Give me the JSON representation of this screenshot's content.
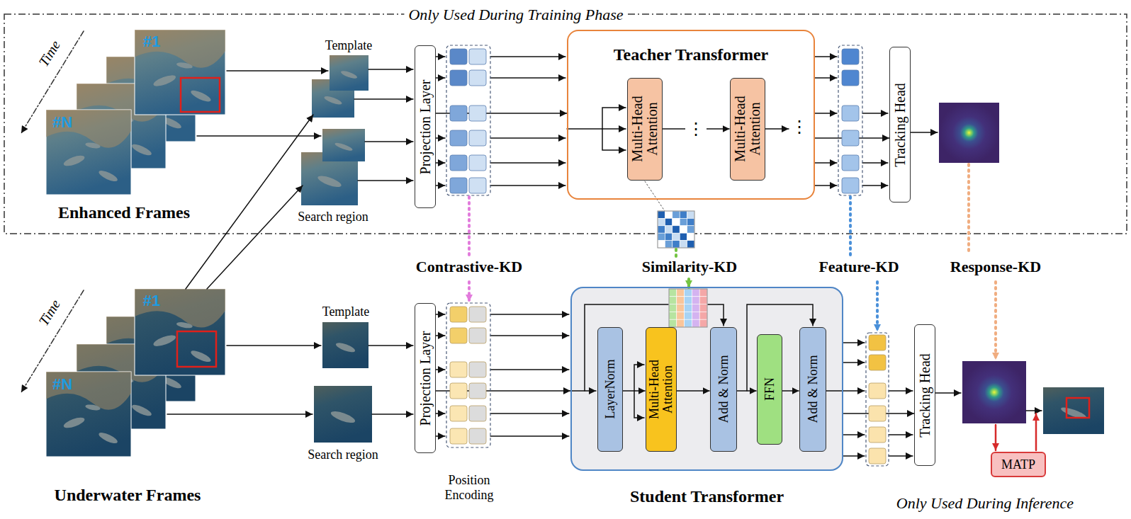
{
  "diagram": {
    "nodes": [
      {
        "text": [
          "Projection Layer"
        ]
      },
      {
        "text": [
          "Teacher Transformer"
        ]
      },
      {
        "text": [
          "Multi-Head Attention"
        ],
        "in": 1
      },
      {
        "text": [
          "Multi-Head Attention"
        ],
        "in": 1
      },
      {
        "text": [
          "Tracking Head"
        ]
      },
      {
        "text": [
          "Projection Layer"
        ]
      },
      {
        "text": [
          "Student Transformer"
        ]
      },
      {
        "text": [
          "LayerNorm"
        ],
        "in": 6
      },
      {
        "text": [
          "Multi-Head Attention"
        ],
        "in": 6
      },
      {
        "text": [
          "Add & Norm"
        ],
        "in": 6
      },
      {
        "text": [
          "FFN"
        ],
        "in": 6
      },
      {
        "text": [
          "Add & Norm"
        ],
        "in": 6
      },
      {
        "text": [
          "Tracking Head"
        ]
      },
      {
        "text": [
          "MATP"
        ]
      }
    ],
    "edges": [
      {
        "from": 0,
        "to": 1,
        "arrow": "to"
      },
      {
        "from": 2,
        "to": 3,
        "arrow": "to",
        "label": "⋮"
      },
      {
        "from": 1,
        "to": 4,
        "arrow": "to"
      },
      {
        "from": 5,
        "to": 6,
        "arrow": "to"
      },
      {
        "from": 7,
        "to": 8,
        "arrow": "to"
      },
      {
        "from": 8,
        "to": 9,
        "arrow": "to"
      },
      {
        "from": 9,
        "to": 10,
        "arrow": "to"
      },
      {
        "from": 10,
        "to": 11,
        "arrow": "to"
      },
      {
        "from": 6,
        "to": 12,
        "arrow": "to"
      }
    ],
    "labels": [
      "Only Used During Training Phase",
      "Time",
      "#1",
      "#N",
      "Enhanced Frames",
      "Template",
      "Search region",
      "⋮",
      "Contrastive-KD",
      "Similarity-KD",
      "Feature-KD",
      "Response-KD",
      "Time",
      "#1",
      "#N",
      "Underwater Frames",
      "Template",
      "Search region",
      "Position Encoding",
      "Only Used During Inference"
    ]
  }
}
